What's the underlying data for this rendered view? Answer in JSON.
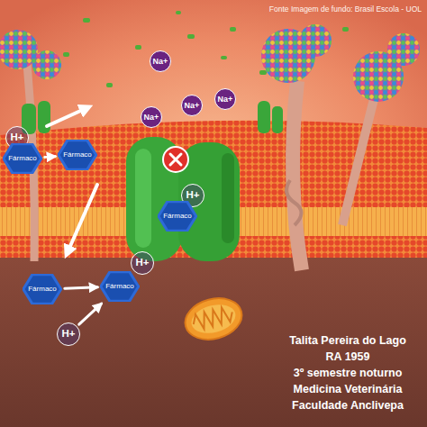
{
  "diagram": {
    "nodes": [
      {
        "text": [
          "Na+"
        ]
      },
      {
        "text": [
          "Na+"
        ]
      },
      {
        "text": [
          "Na+"
        ]
      },
      {
        "text": [
          "Na+"
        ]
      },
      {
        "text": [
          "H+"
        ]
      },
      {
        "text": [
          "Fármaco"
        ]
      },
      {
        "text": [
          "Fármaco"
        ]
      },
      {
        "text": [
          "H+"
        ]
      },
      {
        "text": [
          "Fármaco"
        ]
      },
      {
        "text": [
          "H+"
        ]
      },
      {
        "text": [
          "Fármaco"
        ]
      },
      {
        "text": [
          "Fármaco"
        ]
      },
      {
        "text": [
          "H+"
        ]
      }
    ],
    "edges": [
      {
        "from": 5,
        "to": 6,
        "arrow": "to"
      },
      {
        "from": 10,
        "to": 11,
        "arrow": "to"
      },
      {
        "from": 12,
        "to": 11,
        "arrow": "to"
      }
    ],
    "labels": [
      "Fonte Imagem de fundo: Brasil Escola - UOL",
      "Talita Pereira do Lago",
      "RA 1959",
      "3º semestre noturno",
      "Medicina Veterinária",
      "Faculdade Anclivepa"
    ]
  }
}
